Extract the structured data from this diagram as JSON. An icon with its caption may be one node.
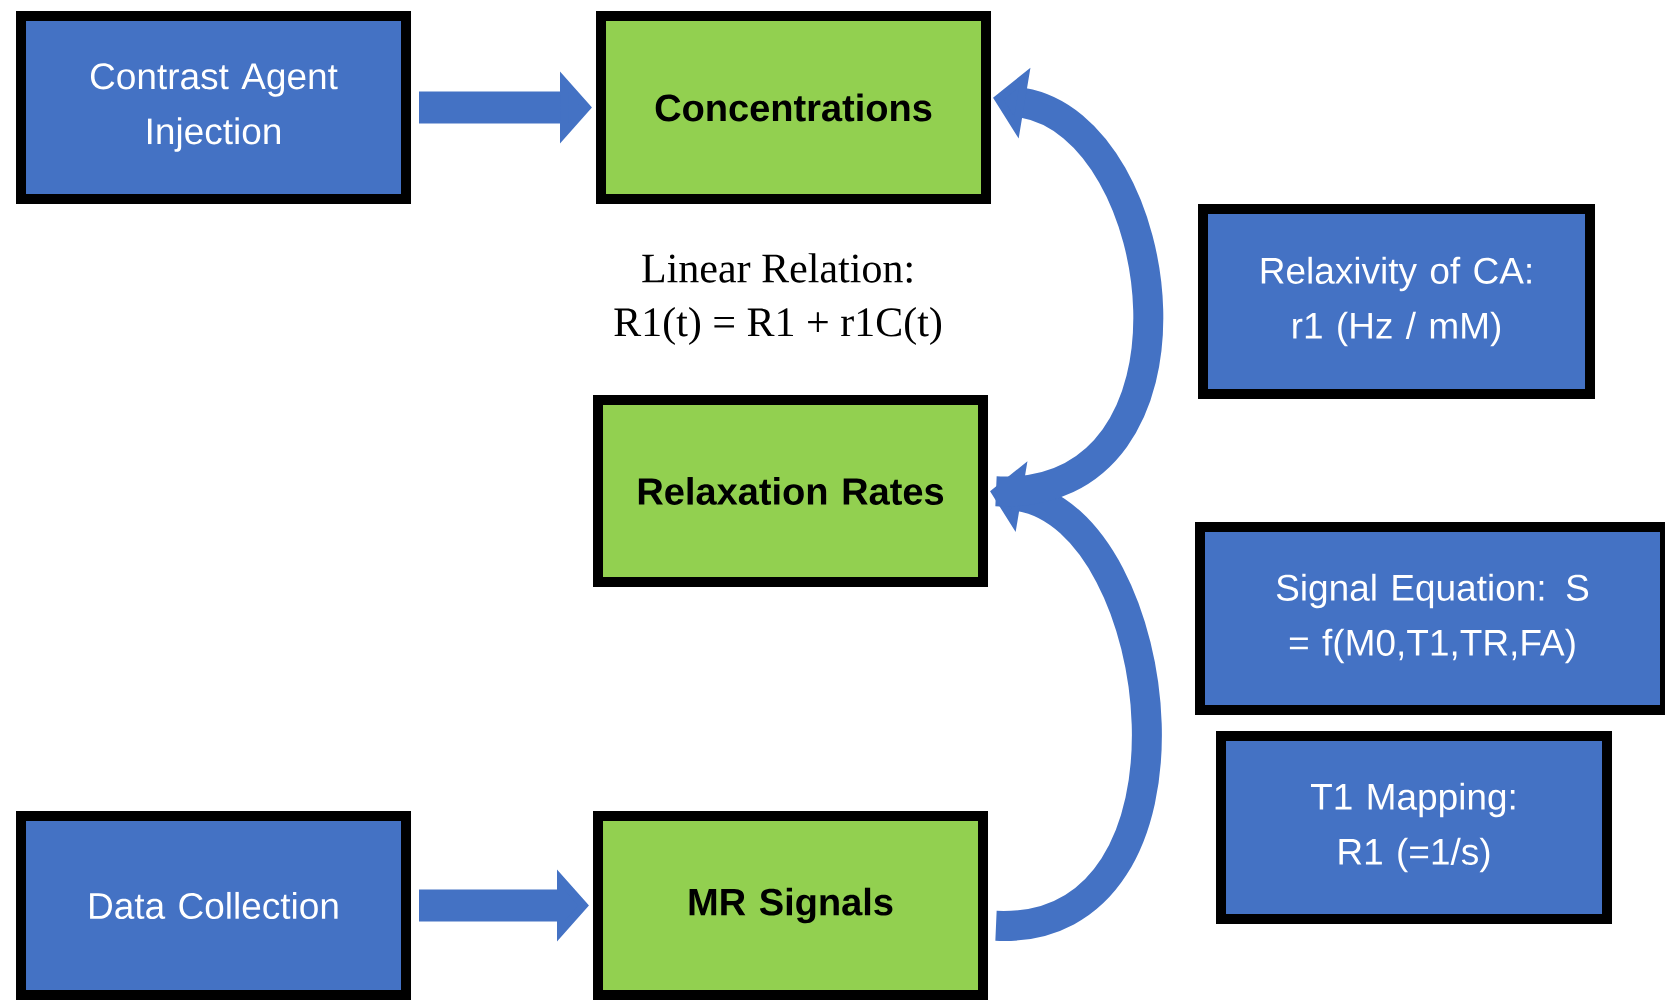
{
  "diagram": {
    "nodes": [
      {
        "text": [
          "Contrast Agent Injection"
        ]
      },
      {
        "text": [
          "Concentrations"
        ]
      },
      {
        "text": [
          "Relaxation Rates"
        ]
      },
      {
        "text": [
          "Data Collection"
        ]
      },
      {
        "text": [
          "MR Signals"
        ]
      },
      {
        "text": [
          "Relaxivity of CA: r1 (Hz / mM)"
        ]
      },
      {
        "text": [
          "Signal Equation: S = f(M0,T1,TR,FA)"
        ]
      },
      {
        "text": [
          "T1 Mapping: R1 (=1/s)"
        ]
      }
    ],
    "edges": [
      {
        "from": 0,
        "to": 1,
        "arrow": "to"
      },
      {
        "from": 3,
        "to": 4,
        "arrow": "to"
      },
      {
        "from": 4,
        "to": 2,
        "arrow": "to"
      },
      {
        "from": 2,
        "to": 1,
        "arrow": "to"
      }
    ],
    "labels": [
      "Linear Relation:",
      "R1(t) = R1 + r1C(t)"
    ]
  }
}
